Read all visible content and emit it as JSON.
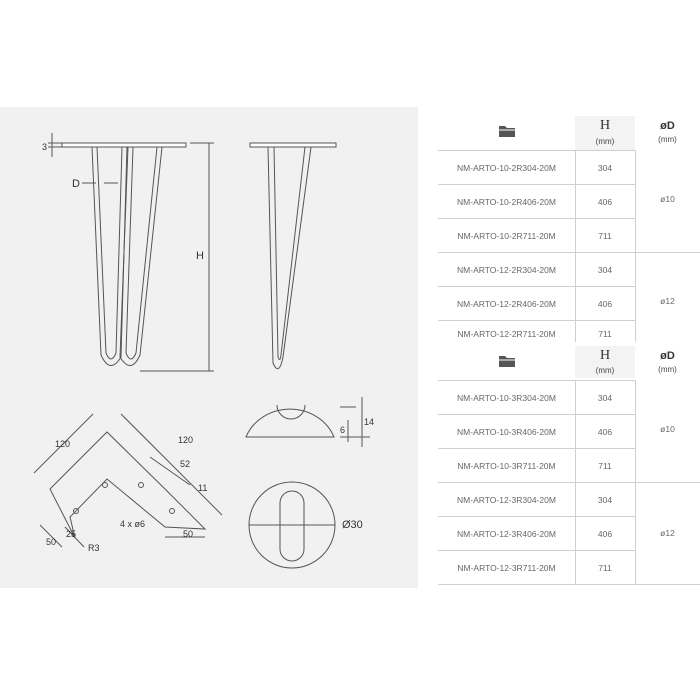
{
  "drawing": {
    "labels": {
      "plate_thickness": "3",
      "rod_diameter": "D",
      "height": "H",
      "plate_arm_left": "120",
      "plate_arm_right": "120",
      "dim_52": "52",
      "dim_11": "11",
      "dim_50_left": "50",
      "dim_25": "25",
      "dim_50_right": "50",
      "dim_r3": "R3",
      "holes": "4 x ø6",
      "foot_6": "6",
      "foot_14": "14",
      "foot_dia": "Ø30"
    }
  },
  "tables": [
    {
      "header": {
        "h_symbol": "H",
        "h_unit": "(mm)",
        "d_symbol": "øD",
        "d_unit": "(mm)"
      },
      "rows": [
        {
          "code": "NM-ARTO-10-2R304-20M",
          "h": "304"
        },
        {
          "code": "NM-ARTO-10-2R406-20M",
          "h": "406"
        },
        {
          "code": "NM-ARTO-10-2R711-20M",
          "h": "711"
        },
        {
          "code": "NM-ARTO-12-2R304-20M",
          "h": "304"
        },
        {
          "code": "NM-ARTO-12-2R406-20M",
          "h": "406"
        },
        {
          "code": "NM-ARTO-12-2R711-20M",
          "h": "711"
        }
      ],
      "groups": [
        "ø10",
        "ø12"
      ]
    },
    {
      "header": {
        "h_symbol": "H",
        "h_unit": "(mm)",
        "d_symbol": "øD",
        "d_unit": "(mm)"
      },
      "rows": [
        {
          "code": "NM-ARTO-10-3R304-20M",
          "h": "304"
        },
        {
          "code": "NM-ARTO-10-3R406-20M",
          "h": "406"
        },
        {
          "code": "NM-ARTO-10-3R711-20M",
          "h": "711"
        },
        {
          "code": "NM-ARTO-12-3R304-20M",
          "h": "304"
        },
        {
          "code": "NM-ARTO-12-3R406-20M",
          "h": "406"
        },
        {
          "code": "NM-ARTO-12-3R711-20M",
          "h": "711"
        }
      ],
      "groups": [
        "ø10",
        "ø12"
      ]
    }
  ]
}
